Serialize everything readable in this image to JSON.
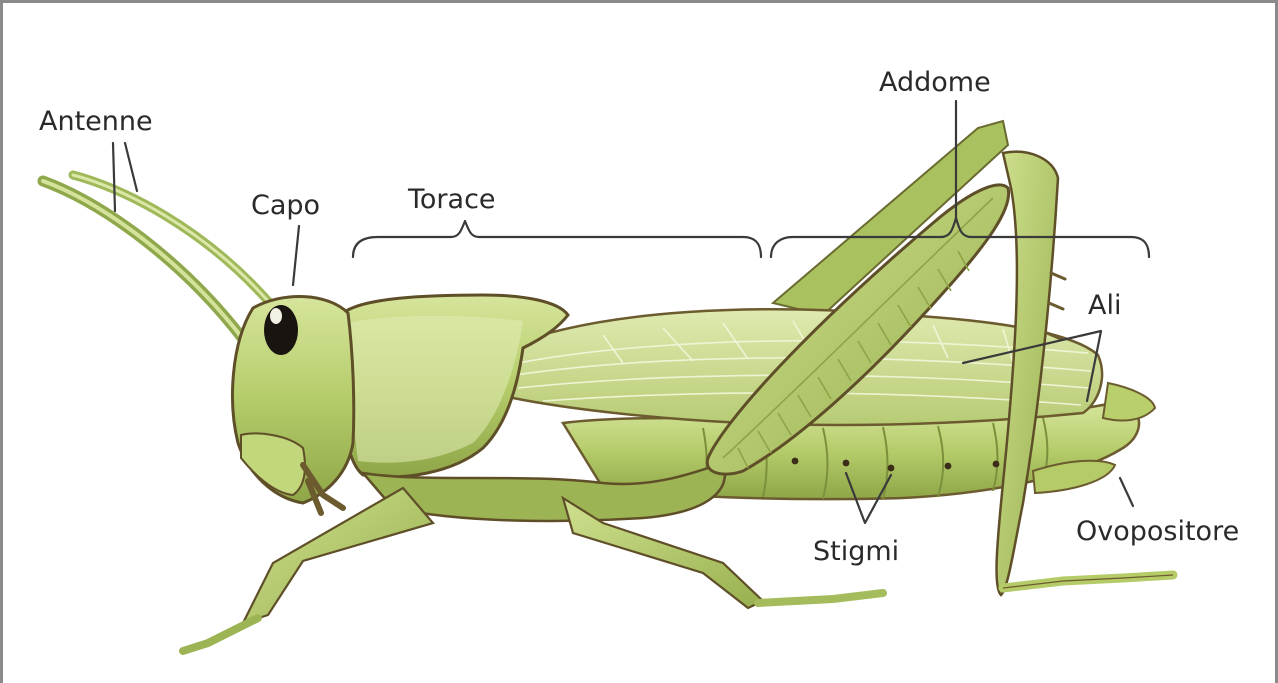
{
  "labels": {
    "antenne": "Antenne",
    "capo": "Capo",
    "torace": "Torace",
    "addome": "Addome",
    "ali": "Ali",
    "stigmi": "Stigmi",
    "ovopositore": "Ovopositore"
  },
  "colors": {
    "body_light": "#c9dc86",
    "body_mid": "#a8c35e",
    "body_dark": "#7c8f3a",
    "outline": "#6b5b2e",
    "eye": "#1a1410",
    "label_text": "#2a2a2a",
    "frame": "#8a8a8a"
  }
}
